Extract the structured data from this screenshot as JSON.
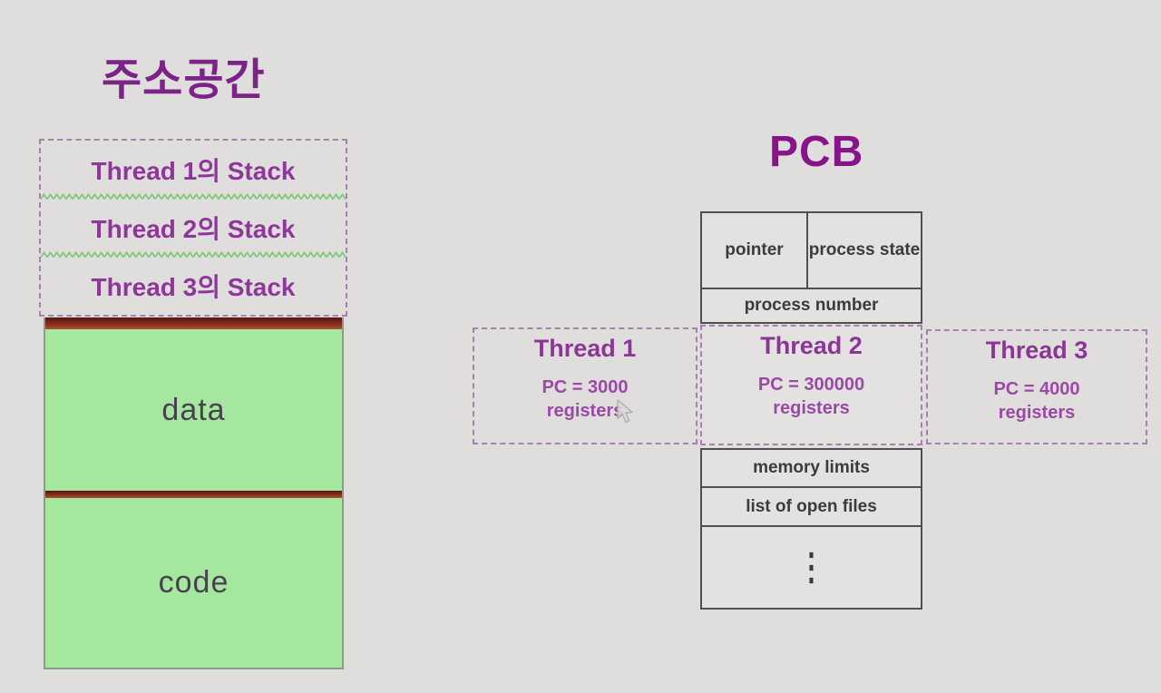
{
  "colors": {
    "background": "#dfdedd",
    "address_title_purple": "#7b2387",
    "pcb_title_purple": "#871489",
    "stack_label_purple": "#8e3699",
    "thread_text_purple": "#9b49a6",
    "dashed_border_purple": "#a87fb2",
    "segment_green": "#a5e79e",
    "red_bar": "#8a2c1e",
    "zigzag_green": "#7cc87c",
    "table_background": "#e3e2e0",
    "table_border": "#4f4f4f",
    "table_text": "#3b3b3b",
    "segment_text": "#49414f"
  },
  "address_space": {
    "title": "주소공간",
    "stacks": [
      {
        "label": "Thread 1의 Stack"
      },
      {
        "label": "Thread 2의 Stack"
      },
      {
        "label": "Thread 3의 Stack"
      }
    ],
    "segments": [
      {
        "label": "data"
      },
      {
        "label": "code"
      }
    ]
  },
  "pcb": {
    "title": "PCB",
    "cells": {
      "pointer": "pointer",
      "process_state": "process state",
      "process_number": "process number",
      "memory_limits": "memory limits",
      "open_files": "list of open files",
      "ellipsis": "⋮"
    },
    "threads": [
      {
        "name": "Thread 1",
        "pc": "PC = 3000",
        "registers": "registers"
      },
      {
        "name": "Thread 2",
        "pc": "PC = 300000",
        "registers": "registers"
      },
      {
        "name": "Thread 3",
        "pc": "PC = 4000",
        "registers": "registers"
      }
    ]
  }
}
